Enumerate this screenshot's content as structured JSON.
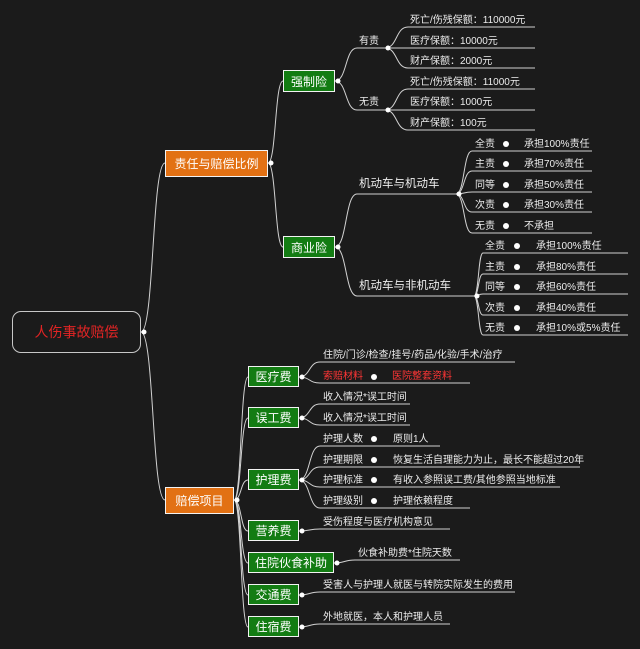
{
  "root": {
    "label": "人伤事故赔偿"
  },
  "branch_ratio": {
    "label": "责任与赔偿比例",
    "compulsory": {
      "label": "强制险",
      "liable": {
        "label": "有责",
        "items": [
          "死亡/伤残保额：110000元",
          "医疗保额：10000元",
          "财产保额：2000元"
        ]
      },
      "not_liable": {
        "label": "无责",
        "items": [
          "死亡/伤残保额：11000元",
          "医疗保额：1000元",
          "财产保额：100元"
        ]
      }
    },
    "commercial": {
      "label": "商业险",
      "motor_motor": {
        "label": "机动车与机动车",
        "rows": [
          {
            "level": "全责",
            "result": "承担100%责任"
          },
          {
            "level": "主责",
            "result": "承担70%责任"
          },
          {
            "level": "同等",
            "result": "承担50%责任"
          },
          {
            "level": "次责",
            "result": "承担30%责任"
          },
          {
            "level": "无责",
            "result": "不承担"
          }
        ]
      },
      "motor_nonmotor": {
        "label": "机动车与非机动车",
        "rows": [
          {
            "level": "全责",
            "result": "承担100%责任"
          },
          {
            "level": "主责",
            "result": "承担80%责任"
          },
          {
            "level": "同等",
            "result": "承担60%责任"
          },
          {
            "level": "次责",
            "result": "承担40%责任"
          },
          {
            "level": "无责",
            "result": "承担10%或5%责任"
          }
        ]
      }
    }
  },
  "branch_items": {
    "label": "赔偿项目",
    "medical": {
      "label": "医疗费",
      "detail": "住院/门诊/检查/挂号/药品/化验/手术/治疗",
      "material": "索赔材料",
      "material_value": "医院整套资料"
    },
    "lost_wages": {
      "label": "误工费",
      "lines": [
        "收入情况*误工时间",
        "收入情况*误工时间"
      ]
    },
    "nursing": {
      "label": "护理费",
      "rows": [
        {
          "key": "护理人数",
          "value": "原则1人"
        },
        {
          "key": "护理期限",
          "value": "恢复生活自理能力为止，最长不能超过20年"
        },
        {
          "key": "护理标准",
          "value": "有收入参照误工费/其他参照当地标准"
        },
        {
          "key": "护理级别",
          "value": "护理依赖程度"
        }
      ]
    },
    "nutrition": {
      "label": "营养费",
      "detail": "受伤程度与医疗机构意见"
    },
    "meal": {
      "label": "住院伙食补助",
      "detail": "伙食补助费*住院天数"
    },
    "transport": {
      "label": "交通费",
      "detail": "受害人与护理人就医与转院实际发生的费用"
    },
    "lodging": {
      "label": "住宿费",
      "detail": "外地就医，本人和护理人员"
    }
  },
  "colors": {
    "background": "#1b1b1b",
    "primary_branch": "#e27114",
    "secondary_branch": "#137c13",
    "highlight_text": "#ff3535",
    "root_text": "#e22424",
    "line": "#d2d2d2"
  }
}
